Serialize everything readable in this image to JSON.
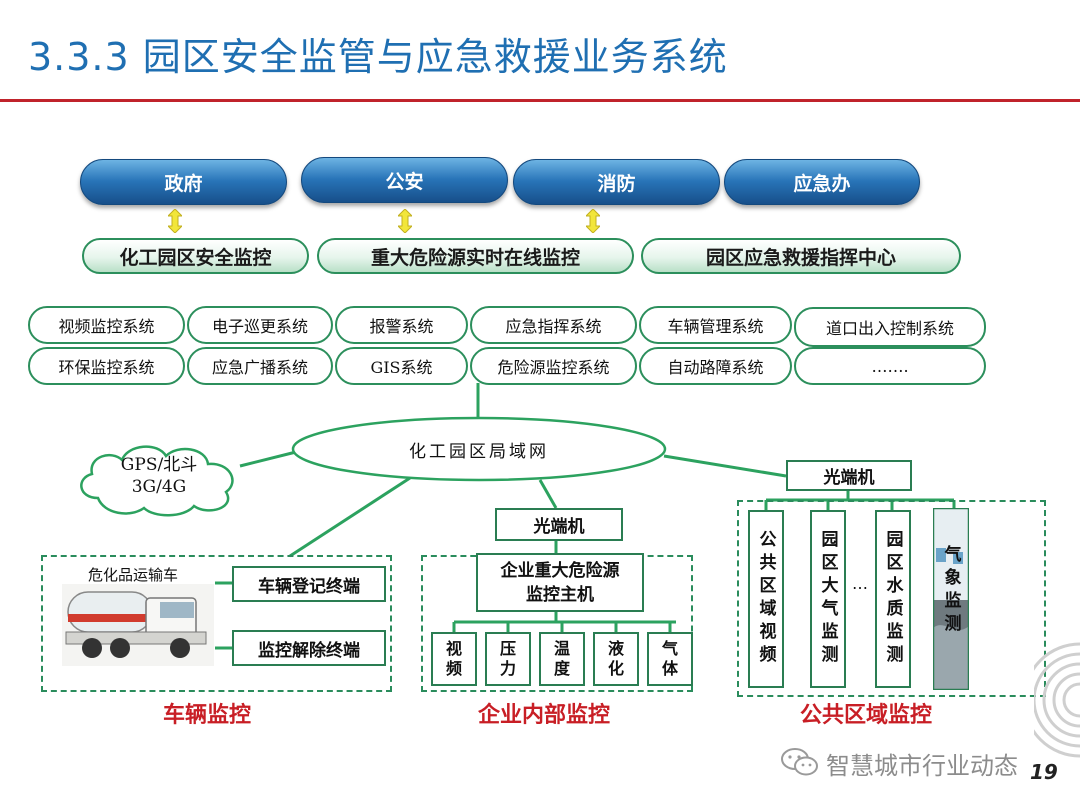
{
  "title": "3.3.3 园区安全监管与应急救援业务系统",
  "top_orgs": [
    "政府",
    "公安",
    "消防",
    "应急办"
  ],
  "monitoring": [
    "化工园区安全监控",
    "重大危险源实时在线监控",
    "园区应急救援指挥中心"
  ],
  "systems_row1": [
    "视频监控系统",
    "电子巡更系统",
    "报警系统",
    "应急指挥系统",
    "车辆管理系统",
    "道口出入控制系统"
  ],
  "systems_row2": [
    "环保监控系统",
    "应急广播系统",
    "GIS系统",
    "危险源监控系统",
    "自动路障系统",
    "……."
  ],
  "network": {
    "lan": "化工园区局域网",
    "gps_line1": "GPS/北斗",
    "gps_line2": "3G/4G"
  },
  "vehicle": {
    "truck_label": "危化品运输车",
    "terminal1": "车辆登记终端",
    "terminal2": "监控解除终端",
    "caption": "车辆监控"
  },
  "enterprise": {
    "optical": "光端机",
    "host_line1": "企业重大危险源",
    "host_line2": "监控主机",
    "sensors": [
      "视频",
      "压力",
      "温度",
      "液化",
      "气体"
    ],
    "caption": "企业内部监控"
  },
  "public": {
    "optical": "光端机",
    "columns": [
      "公共区域视频",
      "园区大气监测",
      "园区水质监测",
      "气象监测"
    ],
    "ellipsis": "…",
    "caption": "公共区域监控"
  },
  "watermark": "智慧城市行业动态",
  "page_number": "19",
  "colors": {
    "title": "#1f6fb2",
    "rule": "#c0232b",
    "caption": "#c81e25",
    "line": "#2ca25f",
    "arrow": "#f2e63a"
  }
}
